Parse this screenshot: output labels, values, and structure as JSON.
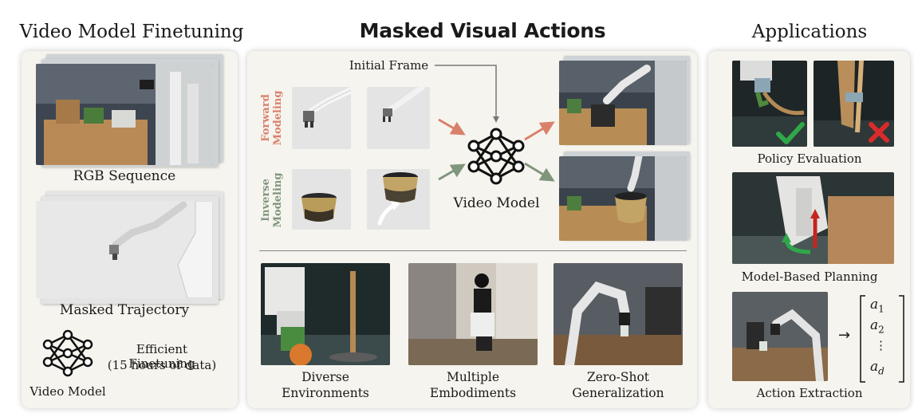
{
  "left": {
    "title": "Video Model Finetuning",
    "rgb_caption": "RGB Sequence",
    "masked_caption": "Masked Trajectory",
    "efficient_line1": "Efficient Finetuning",
    "efficient_line2": "(15 hours of data)",
    "model_label": "Video Model"
  },
  "center": {
    "title": "Masked Visual Actions",
    "initial_frame": "Initial Frame",
    "forward_line1": "Forward",
    "forward_line2": "Modeling",
    "inverse_line1": "Inverse",
    "inverse_line2": "Modeling",
    "model_label": "Video Model",
    "bottom": [
      {
        "line1": "Diverse",
        "line2": "Environments"
      },
      {
        "line1": "Multiple",
        "line2": "Embodiments"
      },
      {
        "line1": "Zero-Shot",
        "line2": "Generalization"
      }
    ]
  },
  "right": {
    "title": "Applications",
    "policy": "Policy Evaluation",
    "planning": "Model-Based Planning",
    "extraction": "Action Extraction",
    "arrow": "→",
    "vector": [
      "a",
      "1",
      "a",
      "2",
      "⋮",
      "a",
      "d"
    ]
  },
  "colors": {
    "forward": "#d9806b",
    "inverse": "#7f957c",
    "check": "#2fa84a",
    "cross": "#d92b2b"
  }
}
